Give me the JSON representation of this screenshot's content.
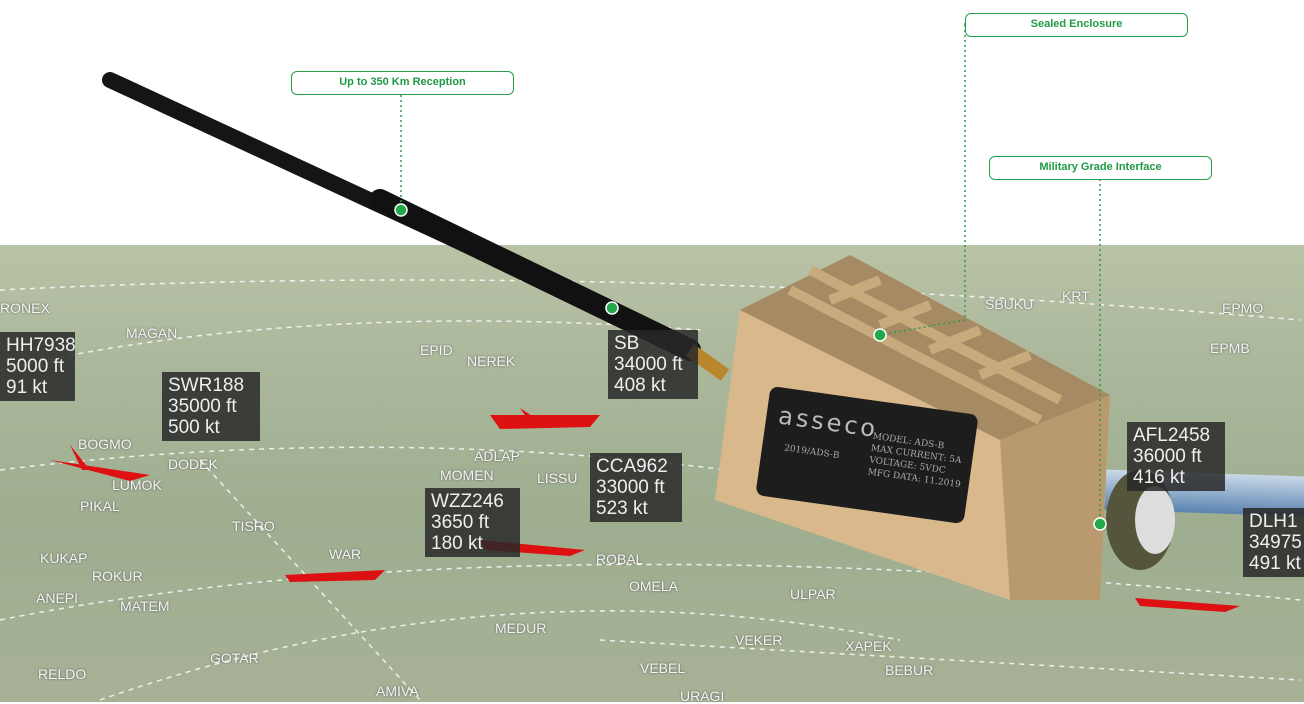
{
  "callouts": {
    "reception": "Up to 350 Km Reception",
    "enclosure": "Sealed Enclosure",
    "interface": "Military Grade Interface"
  },
  "device": {
    "brand": "asseco",
    "year_model": "2019/ADS-B",
    "model": "MODEL: ADS-B",
    "current": "MAX CURRENT: 5A",
    "voltage": "VOLTAGE: 5VDC",
    "mfg": "MFG DATA: 11.2019"
  },
  "flights": [
    {
      "callsign": "HH7938",
      "alt": "5000 ft",
      "speed": "91 kt"
    },
    {
      "callsign": "SWR188",
      "alt": "35000 ft",
      "speed": "500 kt"
    },
    {
      "callsign": "SB",
      "alt": "34000 ft",
      "speed": "408 kt"
    },
    {
      "callsign": "CCA962",
      "alt": "33000 ft",
      "speed": "523 kt"
    },
    {
      "callsign": "WZZ246",
      "alt": "3650 ft",
      "speed": "180 kt"
    },
    {
      "callsign": "AFL2458",
      "alt": "36000 ft",
      "speed": "416 kt"
    },
    {
      "callsign": "DLH1",
      "alt": "34975",
      "speed": "491 kt"
    }
  ],
  "waypoints": [
    "RONEX",
    "MAGAN",
    "BOGMO",
    "DODEK",
    "PIKAL",
    "LUMOK",
    "KUKAP",
    "ROKUR",
    "ANEPI",
    "MATEM",
    "RELDO",
    "ADLAP",
    "MOMEN",
    "LISSU",
    "ROBAL",
    "OMELA",
    "ULPAR",
    "VEKER",
    "VEBEL",
    "URAGI",
    "MEDUR",
    "AMIVA",
    "XAPEK",
    "BEBUR",
    "NEREK",
    "EPID",
    "KRT",
    "EPMB",
    "WAR",
    "TISRO",
    "GOTAR",
    "SBUKU",
    "EPMO"
  ]
}
